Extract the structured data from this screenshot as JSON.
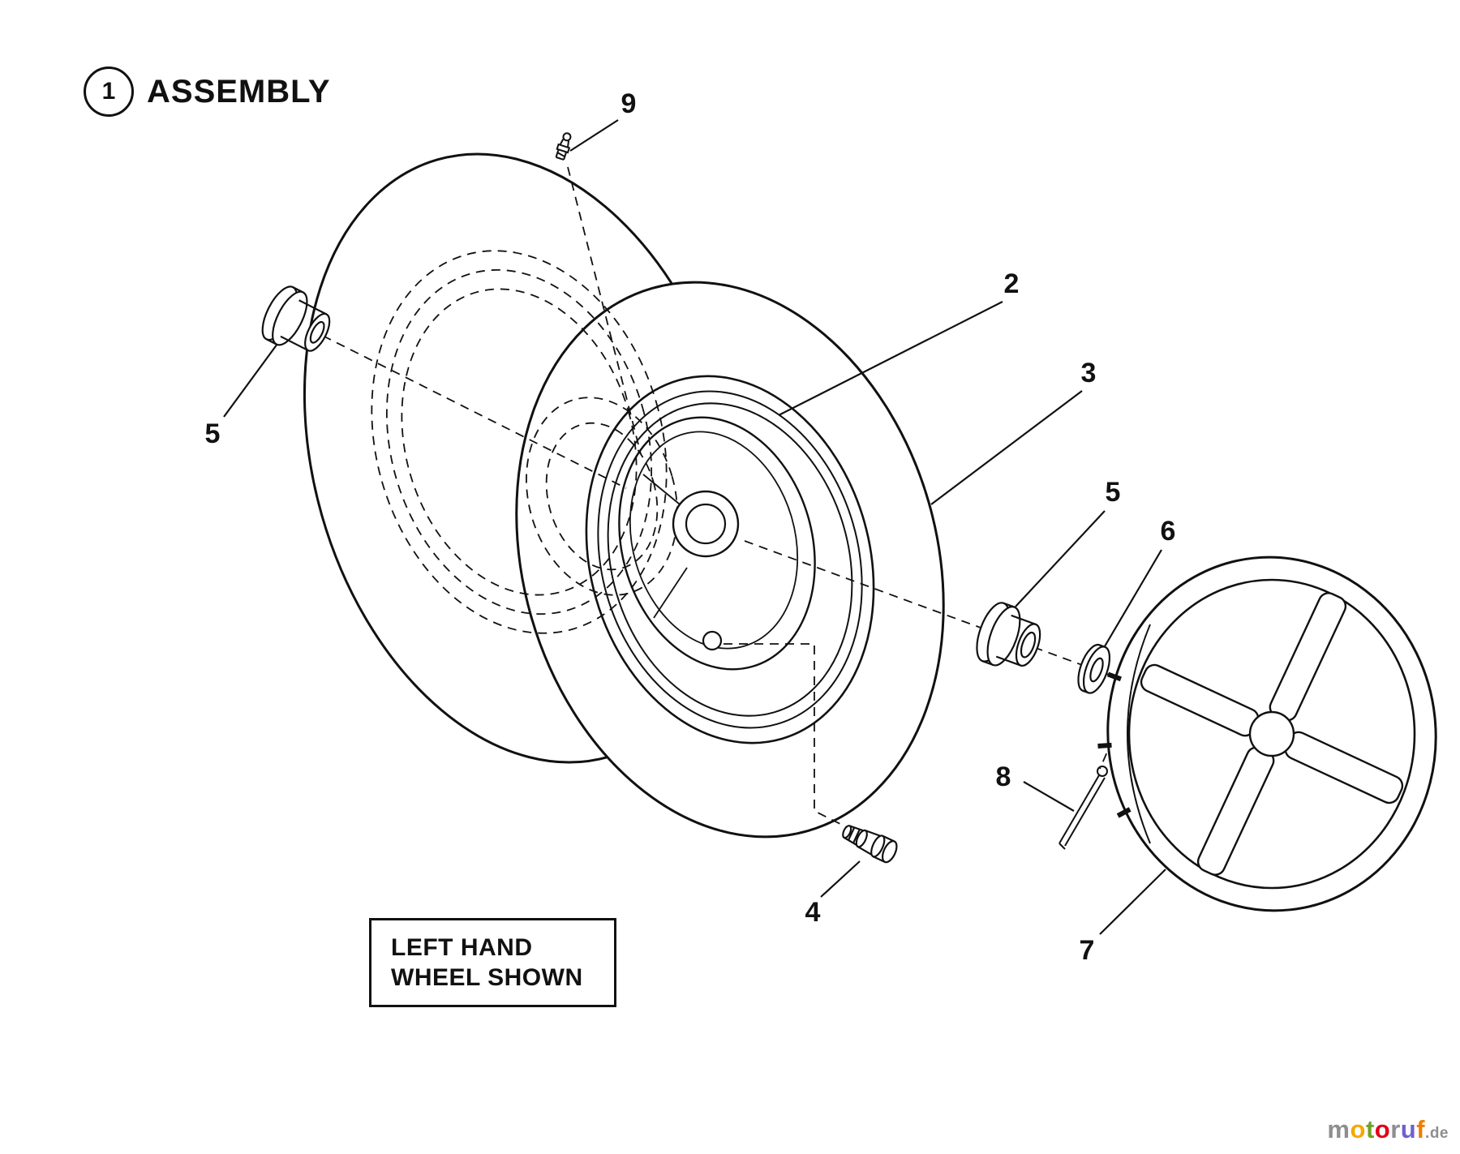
{
  "page": {
    "background": "#ffffff",
    "line_color": "#111111"
  },
  "header": {
    "step_number": "1",
    "title": "ASSEMBLY"
  },
  "note_box": {
    "line1": "LEFT HAND",
    "line2": "WHEEL SHOWN"
  },
  "callouts": [
    {
      "id": "callout-9",
      "number": "9"
    },
    {
      "id": "callout-5-left",
      "number": "5"
    },
    {
      "id": "callout-2",
      "number": "2"
    },
    {
      "id": "callout-3",
      "number": "3"
    },
    {
      "id": "callout-5-right",
      "number": "5"
    },
    {
      "id": "callout-6",
      "number": "6"
    },
    {
      "id": "callout-8",
      "number": "8"
    },
    {
      "id": "callout-7",
      "number": "7"
    },
    {
      "id": "callout-4",
      "number": "4"
    }
  ],
  "watermark": {
    "letters": [
      {
        "char": "m",
        "color": "#8e8e8e"
      },
      {
        "char": "o",
        "color": "#f5a800"
      },
      {
        "char": "t",
        "color": "#6fa02a"
      },
      {
        "char": "o",
        "color": "#e2001a"
      },
      {
        "char": "r",
        "color": "#8e8e8e"
      },
      {
        "char": "u",
        "color": "#6f5fd0"
      },
      {
        "char": "f",
        "color": "#f07d00"
      }
    ],
    "suffix": ".de",
    "suffix_color": "#8e8e8e"
  }
}
